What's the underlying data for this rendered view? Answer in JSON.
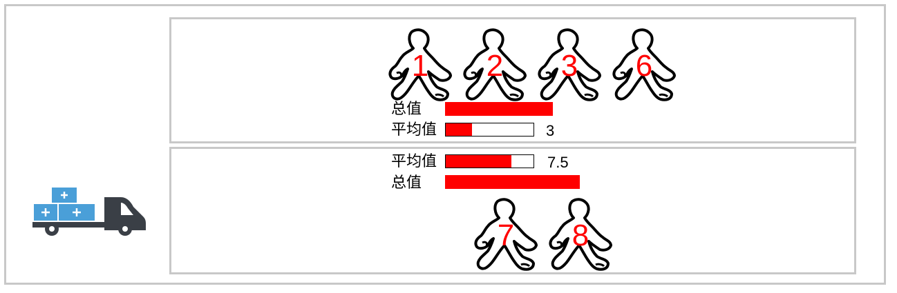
{
  "groups": [
    {
      "people": [
        "1",
        "2",
        "3",
        "6"
      ],
      "total_label": "总值",
      "average_label": "平均值",
      "average_value": "3",
      "average_fraction": 0.3
    },
    {
      "people": [
        "7",
        "8"
      ],
      "total_label": "总值",
      "average_label": "平均值",
      "average_value": "7.5",
      "average_fraction": 0.75
    }
  ],
  "icons": {
    "truck": "delivery-truck-icon",
    "person": "person-outline-icon"
  },
  "colors": {
    "accent": "#ff0000",
    "border": "#c8c8c8",
    "truck_body": "#3a3f46",
    "truck_boxes": "#4a9fd8"
  }
}
